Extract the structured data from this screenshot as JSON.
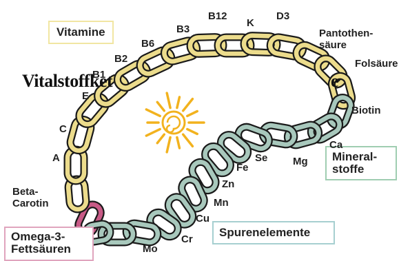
{
  "title": "Vitalstoffket",
  "title_end": "e",
  "groups": {
    "vitamine": "Vitamine",
    "mineral_1": "Mineral-",
    "mineral_2": "stoffe",
    "spuren": "Spurenelemente",
    "omega_1": "Omega-3-",
    "omega_2": "Fettsäuren"
  },
  "nutrients": {
    "beta_1": "Beta-",
    "beta_2": "Carotin",
    "a": "A",
    "c": "C",
    "e": "E",
    "b1": "B1",
    "b2": "B2",
    "b6": "B6",
    "b3": "B3",
    "b12": "B12",
    "k": "K",
    "d3": "D3",
    "panto_1": "Pantothen-",
    "panto_2": "säure",
    "fols": "Folsäure",
    "biotin": "Biotin",
    "ca": "Ca",
    "mg": "Mg",
    "se": "Se",
    "fe": "Fe",
    "zn": "Zn",
    "mn": "Mn",
    "cu": "Cu",
    "cr": "Cr",
    "mo": "Mo"
  },
  "colors": {
    "vitamin_chain": "#ecdc8c",
    "mineral_chain": "#a8c8bc",
    "omega_link": "#c85a86",
    "vitamine_box": "#f1e6a2",
    "mineral_box": "#9fcdb1",
    "spuren_box": "#a6cfd0",
    "omega_box": "#e0a4bd",
    "sun": "#f2b21e"
  }
}
